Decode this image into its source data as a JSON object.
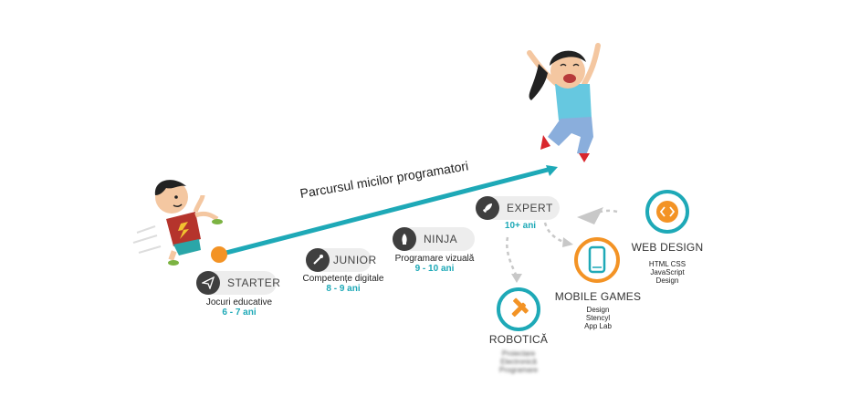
{
  "title": "Parcursul micilor programatori",
  "levels": {
    "starter": {
      "label": "STARTER",
      "desc": "Jocuri educative",
      "age": "6 - 7 ani",
      "icon": "paper-plane-icon"
    },
    "junior": {
      "label": "JUNIOR",
      "desc": "Competențe digitale",
      "age": "8 - 9 ani",
      "icon": "rocket-small-icon"
    },
    "ninja": {
      "label": "NINJA",
      "desc": "Programare vizuală",
      "age": "9 - 10 ani",
      "icon": "rocket-icon"
    },
    "expert": {
      "label": "EXPERT",
      "age": "10+ ani",
      "icon": "rocket-launch-icon"
    }
  },
  "tracks": {
    "robotica": {
      "name": "ROBOTICĂ",
      "items": [
        "Proiectare",
        "Electronică",
        "Programare"
      ],
      "icon": "tools-icon"
    },
    "mobile": {
      "name": "MOBILE GAMES",
      "items": [
        "Design",
        "Stencyl",
        "App Lab"
      ],
      "icon": "phone-icon"
    },
    "web": {
      "name": "WEB DESIGN",
      "items": [
        "HTML CSS",
        "JavaScript",
        "Design"
      ],
      "icon": "code-icon"
    }
  },
  "colors": {
    "teal": "#1ea9b7",
    "orange": "#f39325",
    "dark": "#3f3f3f",
    "pill": "#ededed",
    "arrow_gray": "#c8c8c8"
  }
}
